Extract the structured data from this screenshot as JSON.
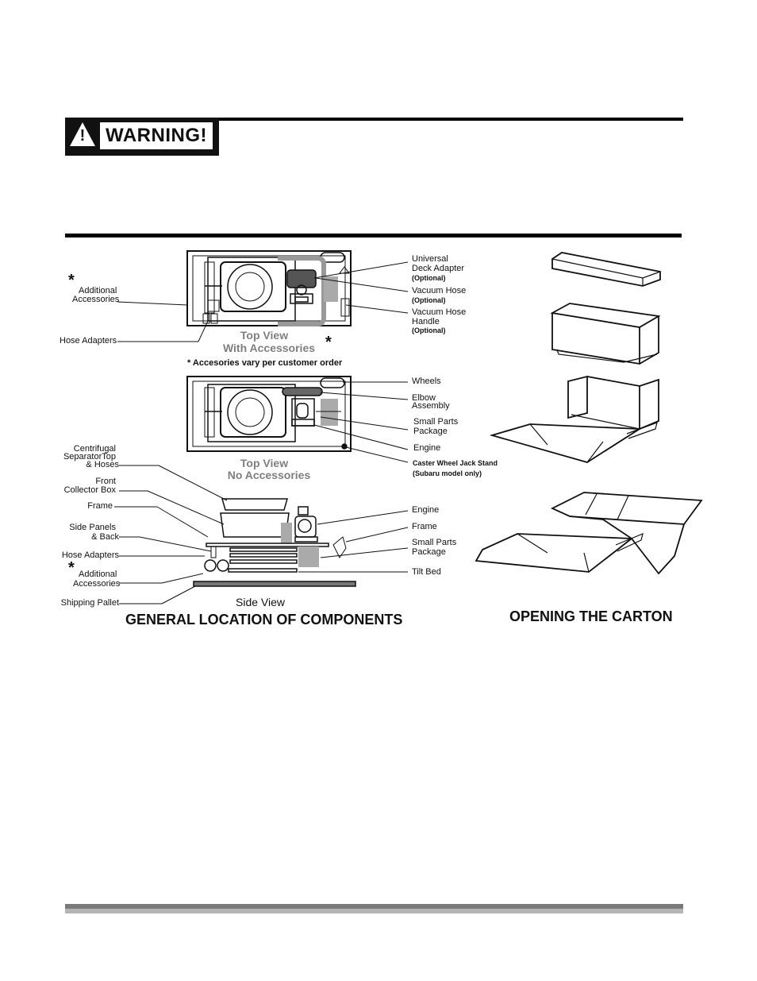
{
  "warning": {
    "label": "WARNING!"
  },
  "top_view_with": {
    "title_line1": "Top View",
    "title_line2": "With Accessories",
    "asterisk": "*",
    "labels": {
      "additional_star": "*",
      "additional_1": "Additional",
      "additional_2": "Accessories",
      "hose_adapters": "Hose Adapters",
      "universal_1": "Universal",
      "universal_2": "Deck Adapter",
      "universal_opt": "(Optional)",
      "vac_hose": "Vacuum Hose",
      "vac_hose_opt": "(Optional)",
      "vac_handle_1": "Vacuum Hose",
      "vac_handle_2": "Handle",
      "vac_handle_opt": "(Optional)"
    }
  },
  "note": "* Accesories vary per customer order",
  "top_view_without": {
    "title_line1": "Top View",
    "title_line2": "No Accessories",
    "labels": {
      "wheels": "Wheels",
      "elbow_1": "Elbow",
      "elbow_2": "Assembly",
      "small_1": "Small Parts",
      "small_2": "Package",
      "engine": "Engine",
      "caster": "Caster Wheel Jack Stand",
      "caster_note": "(Subaru model only)"
    }
  },
  "side_view": {
    "title": "Side View",
    "labels": {
      "centrifugal_1": "Centrifugal",
      "centrifugal_2": "SeparatorTop",
      "centrifugal_3": "& Hoses",
      "front_1": "Front",
      "front_2": "Collector Box",
      "frame_left": "Frame",
      "side_1": "Side Panels",
      "side_2": "& Back",
      "hose_adapters": "Hose Adapters",
      "additional_star": "*",
      "additional_1": "Additional",
      "additional_2": "Accessories",
      "pallet": "Shipping Pallet",
      "engine": "Engine",
      "frame_right": "Frame",
      "small_1": "Small Parts",
      "small_2": "Package",
      "tilt": "Tilt Bed"
    }
  },
  "general_title": "GENERAL LOCATION OF COMPONENTS",
  "carton_title": "OPENING THE CARTON",
  "colors": {
    "rule": "#000000",
    "footer_dark": "#7a7a7a",
    "footer_light": "#b5b5b5",
    "title_gray": "#7f7f7f"
  }
}
